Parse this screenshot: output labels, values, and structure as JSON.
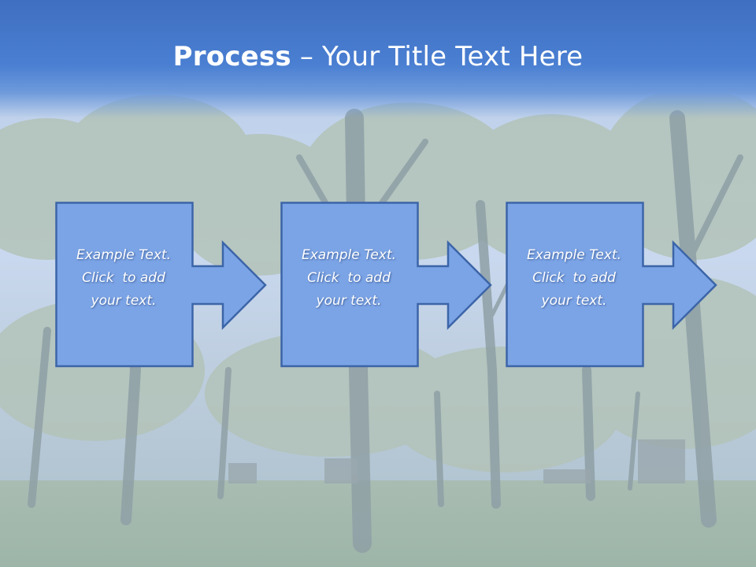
{
  "title": {
    "bold": "Process",
    "separator": " – ",
    "rest": "Your Title Text Here"
  },
  "colors": {
    "title_band": "#4a7fd2",
    "box_fill": "#7ba4e6",
    "box_border": "#3c65a8",
    "text": "#ffffff"
  },
  "steps": [
    {
      "line1": "Example Text.",
      "line2": "Click  to add",
      "line3": "your text."
    },
    {
      "line1": "Example Text.",
      "line2": "Click  to add",
      "line3": "your text."
    },
    {
      "line1": "Example Text.",
      "line2": "Click  to add",
      "line3": "your text."
    }
  ]
}
